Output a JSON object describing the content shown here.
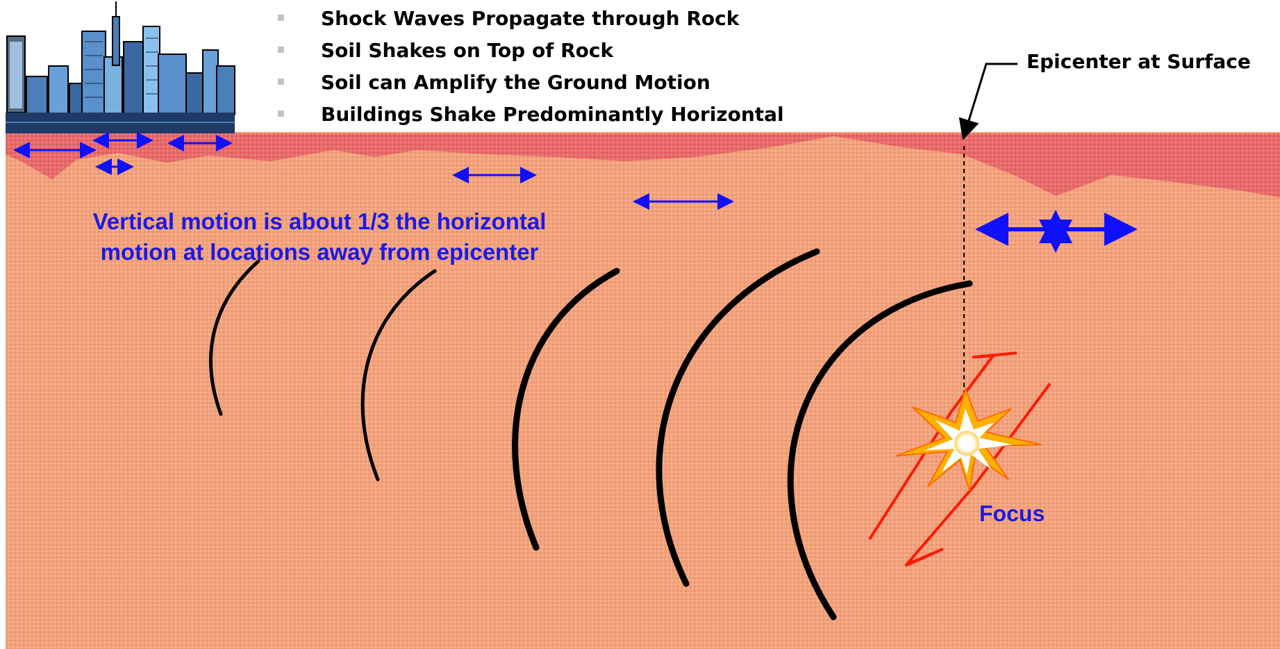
{
  "bullets": [
    "Shock Waves Propagate through Rock",
    "Soil Shakes on Top of Rock",
    "Soil can Amplify the Ground Motion",
    "Buildings Shake Predominantly Horizontal"
  ],
  "labels": {
    "epicenter": "Epicenter at Surface",
    "vertical_motion_line1": "Vertical motion is about 1/3 the horizontal",
    "vertical_motion_line2": "motion at locations away from epicenter",
    "focus": "Focus"
  },
  "colors": {
    "rock": "#f2a27c",
    "soil": "#e86a6a",
    "motion_arrow": "#1010ff",
    "annotation_text": "#1a1ae6",
    "wave": "#000000",
    "fault": "#ff1a00",
    "burst_core": "#ffffff",
    "burst_ring": "#ffb000"
  },
  "icons": {
    "city": "city-skyline-icon",
    "bullet": "square-bullet-icon",
    "burst": "explosion-burst-icon"
  }
}
